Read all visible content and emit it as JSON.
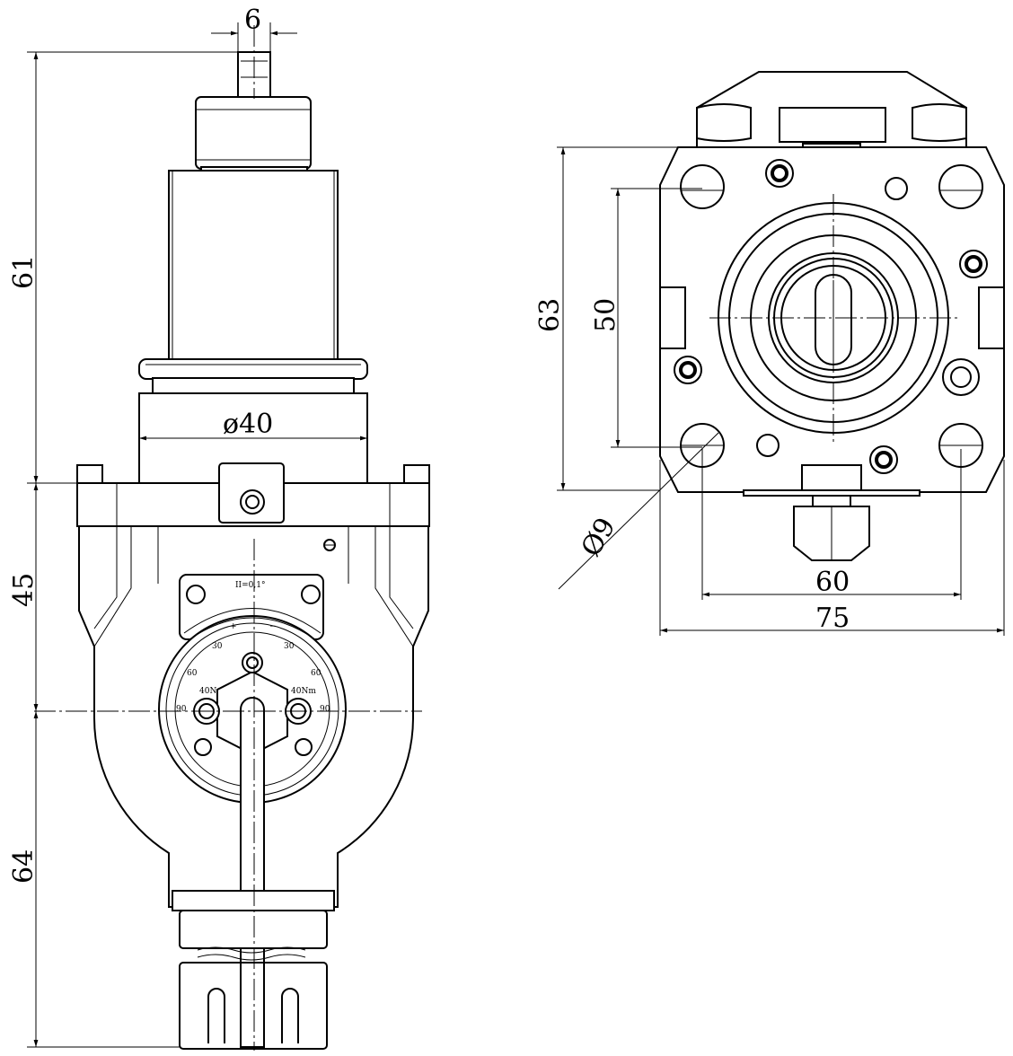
{
  "drawing": {
    "side_view": {
      "dim_shank_width": "6",
      "dim_upper_height": "61",
      "dim_flange_height": "45",
      "dim_lower_height": "64",
      "dim_body_diameter": "ø40"
    },
    "front_view": {
      "dim_outer_height": "63",
      "dim_hole_spacing_vertical": "50",
      "dim_hole_diameter": "Ø9",
      "dim_hole_spacing_horizontal": "60",
      "dim_outer_width": "75"
    },
    "dial": {
      "scale_label_top": "II=0,1°",
      "mark_plus": "+",
      "mark_minus": "−",
      "scale_numbers": [
        "30",
        "60",
        "90",
        "30",
        "60",
        "90"
      ],
      "lock_label_left": "40Nm",
      "lock_label_right": "40Nm"
    }
  }
}
